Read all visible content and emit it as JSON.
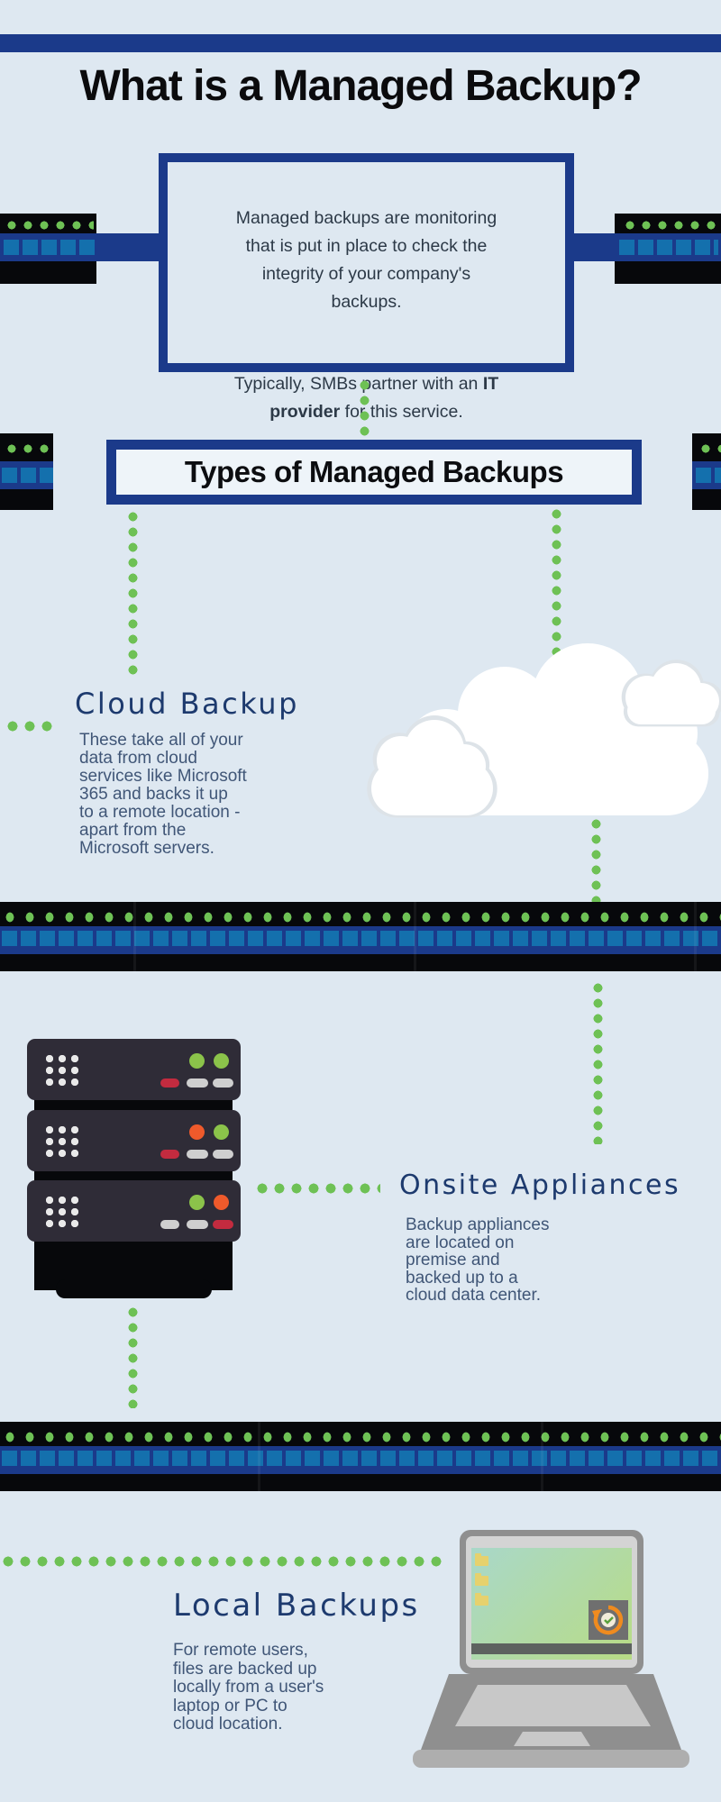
{
  "colors": {
    "bg": "#dee8f1",
    "navy": "#1b3a8a",
    "black": "#07080b",
    "green": "#6ec155",
    "sq": "#1470ad",
    "head": "#1d3a6e",
    "body": "#405677",
    "boxtext": "#2c3947",
    "title": "#0b0b0d"
  },
  "title": "What is a Managed Backup?",
  "intro_box": {
    "paragraph1": "Managed backups are monitoring\nthat is put in place to check the\nintegrity of your company's\nbackups.",
    "paragraph2_prefix": "Typically, SMBs partner with an ",
    "paragraph2_bold": "IT\nprovider",
    "paragraph2_suffix": " for this service."
  },
  "banner": {
    "title": "Types of Managed Backups"
  },
  "sections": {
    "cloud": {
      "heading": "Cloud Backup",
      "body": "These take all of your\ndata from cloud\nservices like Microsoft\n365 and backs it up\nto a remote location -\napart from the\nMicrosoft servers."
    },
    "onsite": {
      "heading": "Onsite Appliances",
      "body": "Backup appliances\nare located on\npremise and\nbacked up to a\ncloud data center."
    },
    "local": {
      "heading": "Local Backups",
      "body": "For remote users,\nfiles are backed up\nlocally from a user's\nlaptop or PC to\ncloud location."
    }
  },
  "icons": {
    "rack_band": "server-rack-band",
    "cloud": "cloud",
    "server_stack": "server-stack",
    "laptop": "laptop",
    "folder": "folder",
    "backup_sync": "backup-sync-arrows-check"
  }
}
